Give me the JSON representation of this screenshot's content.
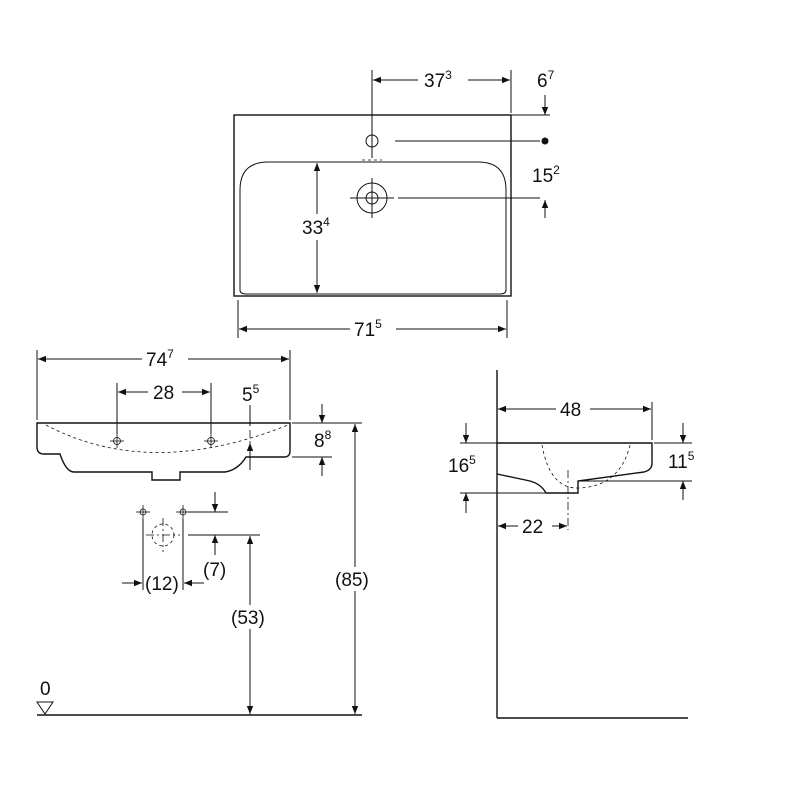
{
  "dimensions": {
    "top_hole_offset": {
      "main": "37",
      "sup": "3"
    },
    "top_edge_to_hole": {
      "main": "6",
      "sup": "7"
    },
    "hole_to_drain": {
      "main": "15",
      "sup": "2"
    },
    "bowl_depth": {
      "main": "33",
      "sup": "4"
    },
    "top_width": {
      "main": "71",
      "sup": "5"
    },
    "front_width": {
      "main": "74",
      "sup": "7"
    },
    "bracket_spacing": {
      "main": "28",
      "sup": ""
    },
    "bracket_offset": {
      "main": "5",
      "sup": "5"
    },
    "basin_height": {
      "main": "8",
      "sup": "8"
    },
    "waste_spacing": {
      "main": "(12)",
      "sup": ""
    },
    "waste_drop": {
      "main": "(7)",
      "sup": ""
    },
    "waste_height": {
      "main": "(53)",
      "sup": ""
    },
    "rim_height": {
      "main": "(85)",
      "sup": ""
    },
    "floor_level": {
      "main": "0",
      "sup": ""
    },
    "side_depth": {
      "main": "48",
      "sup": ""
    },
    "side_total_height": {
      "main": "16",
      "sup": "5"
    },
    "side_basin_height": {
      "main": "11",
      "sup": "5"
    },
    "wall_to_drain": {
      "main": "22",
      "sup": ""
    }
  }
}
